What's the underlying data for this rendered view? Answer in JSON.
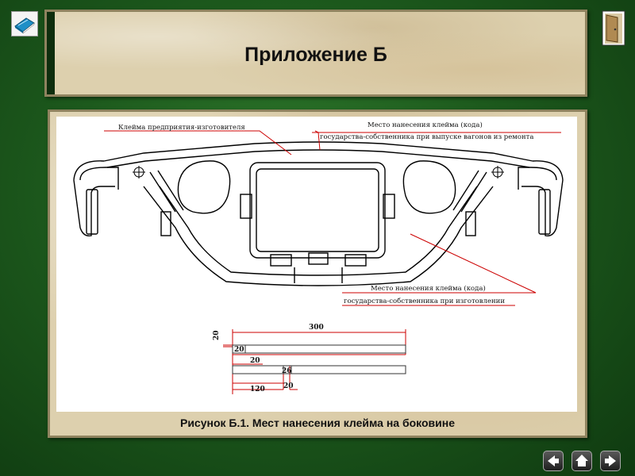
{
  "slide": {
    "title": "Приложение Б",
    "caption": "Рисунок Б.1. Мест нанесения клейма на боковине"
  },
  "figure": {
    "labels": {
      "manufacturer_mark": "Клейма предприятия-изготовителя",
      "repair_mark_line1": "Место нанесения клейма (кода)",
      "repair_mark_line2": "государства-собственника при выпуске вагонов из ремонта",
      "manufacture_mark_line1": "Место нанесения клейма (кода)",
      "manufacture_mark_line2": "государства-собственника при изготовлении"
    },
    "dimensions": {
      "length_300": "300",
      "height_20_left": "20",
      "cell_20_a": "20",
      "under_20_a": "20",
      "cell_26": "26",
      "under_120": "120",
      "under_20_b": "20"
    }
  },
  "navigation": {
    "prev_icon": "arrow-left-icon",
    "home_icon": "home-icon",
    "next_icon": "arrow-right-icon"
  },
  "icons": {
    "book": "book-icon",
    "exit": "exit-door-icon"
  },
  "colors": {
    "background": "#1d5a1d",
    "parchment": "#ddd0ae",
    "leader_line": "#cc0000"
  }
}
